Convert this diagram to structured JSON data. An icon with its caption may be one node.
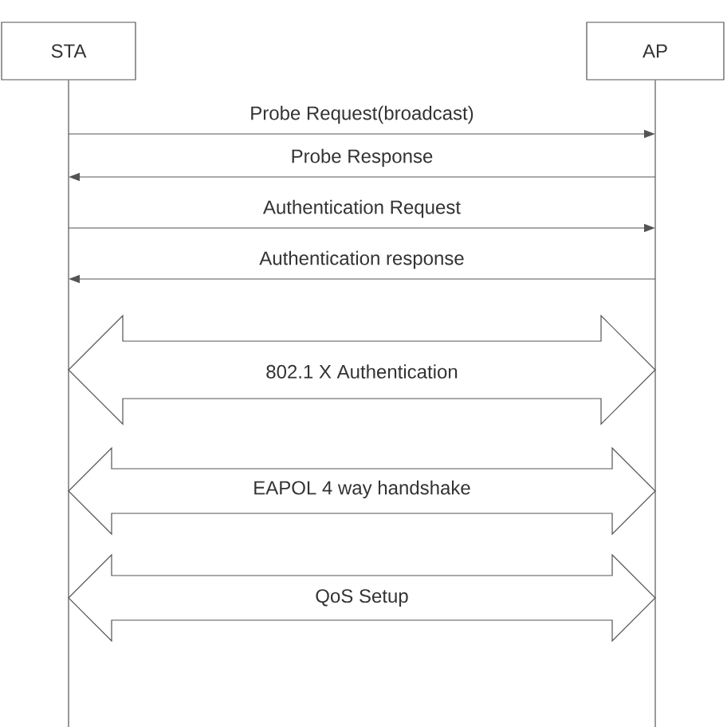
{
  "diagram": {
    "nodes": [
      {
        "text": [
          "STA"
        ]
      },
      {
        "text": [
          "AP"
        ]
      }
    ],
    "edges": [
      {
        "from": 0,
        "to": 1,
        "arrow": "to",
        "label": "Probe Request(broadcast)"
      },
      {
        "from": 1,
        "to": 0,
        "arrow": "to",
        "label": "Probe Response"
      },
      {
        "from": 0,
        "to": 1,
        "arrow": "to",
        "label": "Authentication Request"
      },
      {
        "from": 1,
        "to": 0,
        "arrow": "to",
        "label": "Authentication response"
      },
      {
        "from": 0,
        "to": 1,
        "arrow": "both",
        "label": "802.1 X Authentication",
        "style": "thick"
      },
      {
        "from": 0,
        "to": 1,
        "arrow": "both",
        "label": "EAPOL 4 way handshake",
        "style": "thick"
      },
      {
        "from": 0,
        "to": 1,
        "arrow": "both",
        "label": "QoS Setup",
        "style": "thick"
      }
    ]
  }
}
